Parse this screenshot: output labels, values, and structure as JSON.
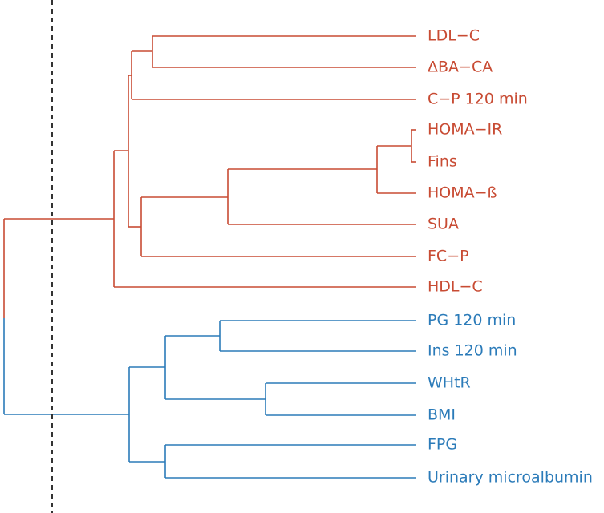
{
  "colors": {
    "cluster_red": "#c84b33",
    "cluster_blue": "#2b7bb9",
    "cutoff_line": "#333333"
  },
  "chart_data": {
    "type": "dendrogram",
    "cutoff_line": "dashed vertical",
    "clusters": [
      {
        "color": "#c84b33",
        "leaves": [
          "LDL−C",
          "ΔBA−CA",
          "C−P 120 min",
          "HOMA−IR",
          "Fins",
          "HOMA−ß",
          "SUA",
          "FC−P",
          "HDL−C"
        ]
      },
      {
        "color": "#2b7bb9",
        "leaves": [
          "PG 120 min",
          "Ins 120 min",
          "WHtR",
          "BMI",
          "FPG",
          "Urinary microalbumin"
        ]
      }
    ]
  },
  "labels": [
    "LDL−C",
    "ΔBA−CA",
    "C−P 120 min",
    "HOMA−IR",
    "Fins",
    "HOMA−ß",
    "SUA",
    "FC−P",
    "HDL−C",
    "PG 120 min",
    "Ins 120 min",
    "WHtR",
    "BMI",
    "FPG",
    "Urinary microalbumin"
  ]
}
